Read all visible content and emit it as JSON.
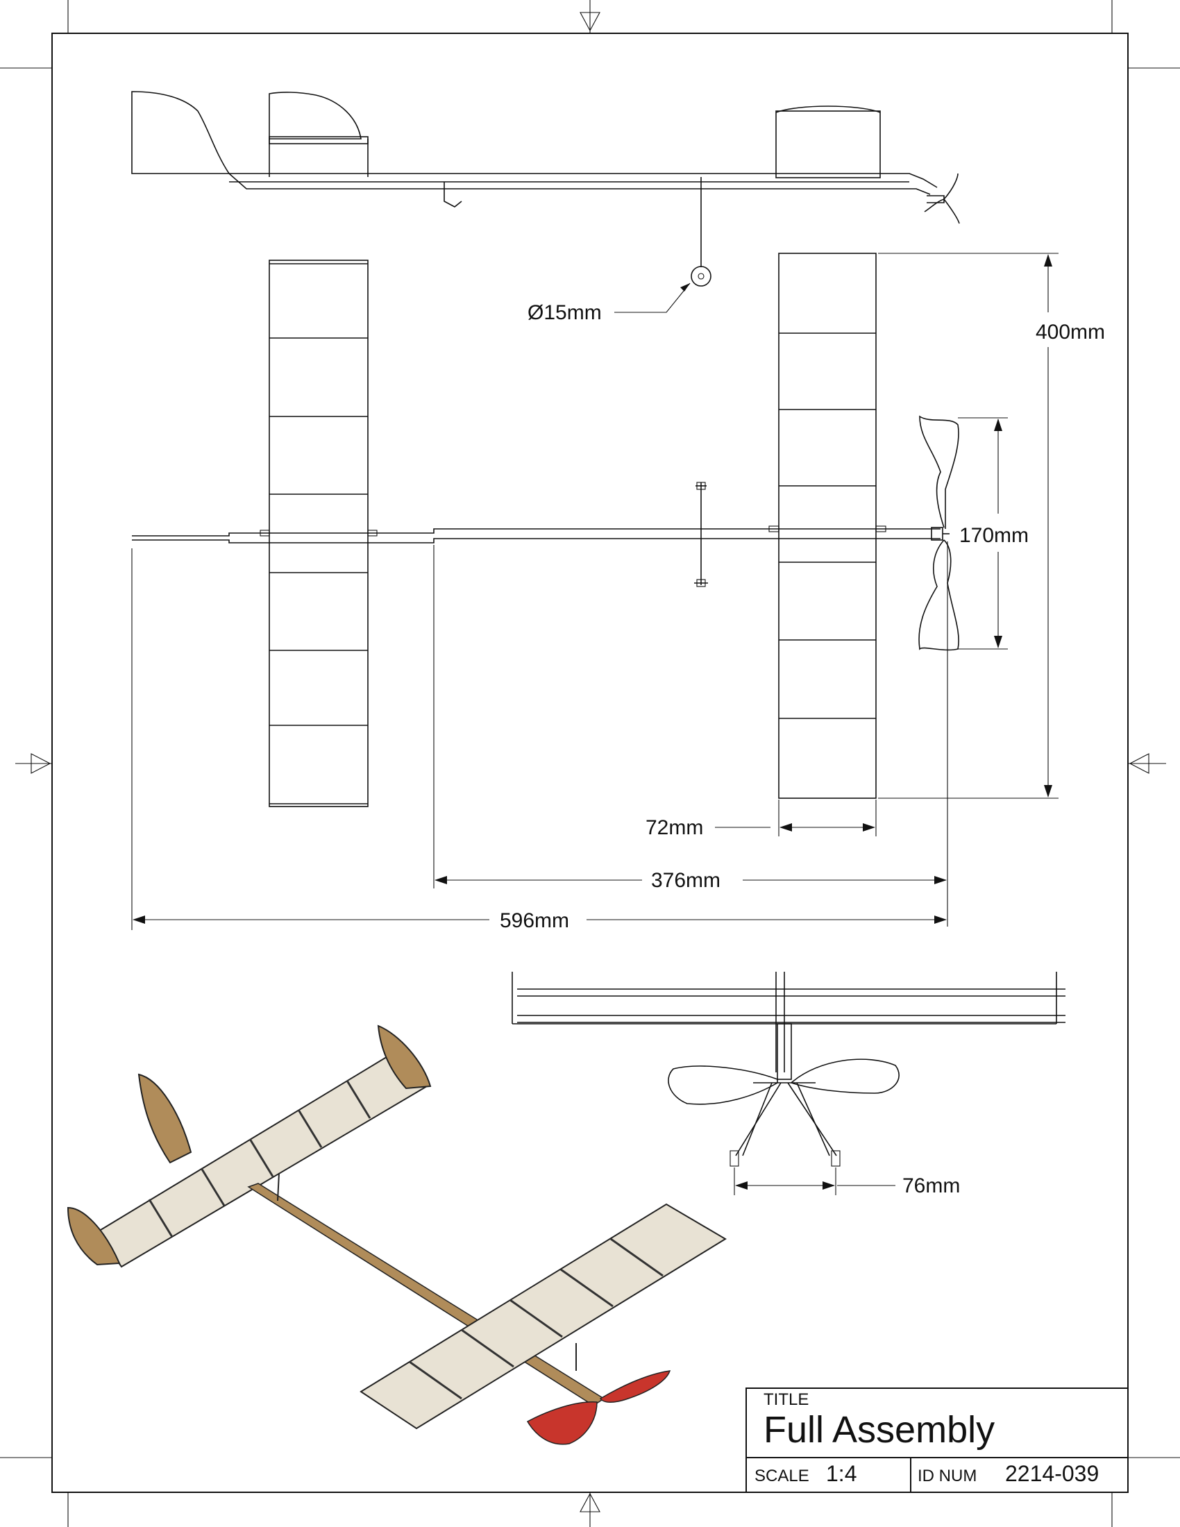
{
  "drawing": {
    "dimensions": {
      "hub_diameter": "Ø15mm",
      "wing_span": "400mm",
      "prop_diameter": "170mm",
      "wing_chord": "72mm",
      "boom_length": "376mm",
      "overall_length": "596mm",
      "gear_track": "76mm"
    },
    "title_block": {
      "title_label": "TITLE",
      "title": "Full Assembly",
      "scale_label": "SCALE",
      "scale_value": "1:4",
      "id_label": "ID NUM",
      "id_value": "2214-039"
    },
    "colors": {
      "wing_covering": "#e8e2d4",
      "balsa_wood": "#b08c5a",
      "propeller": "#c8352c",
      "line": "#111111"
    }
  }
}
